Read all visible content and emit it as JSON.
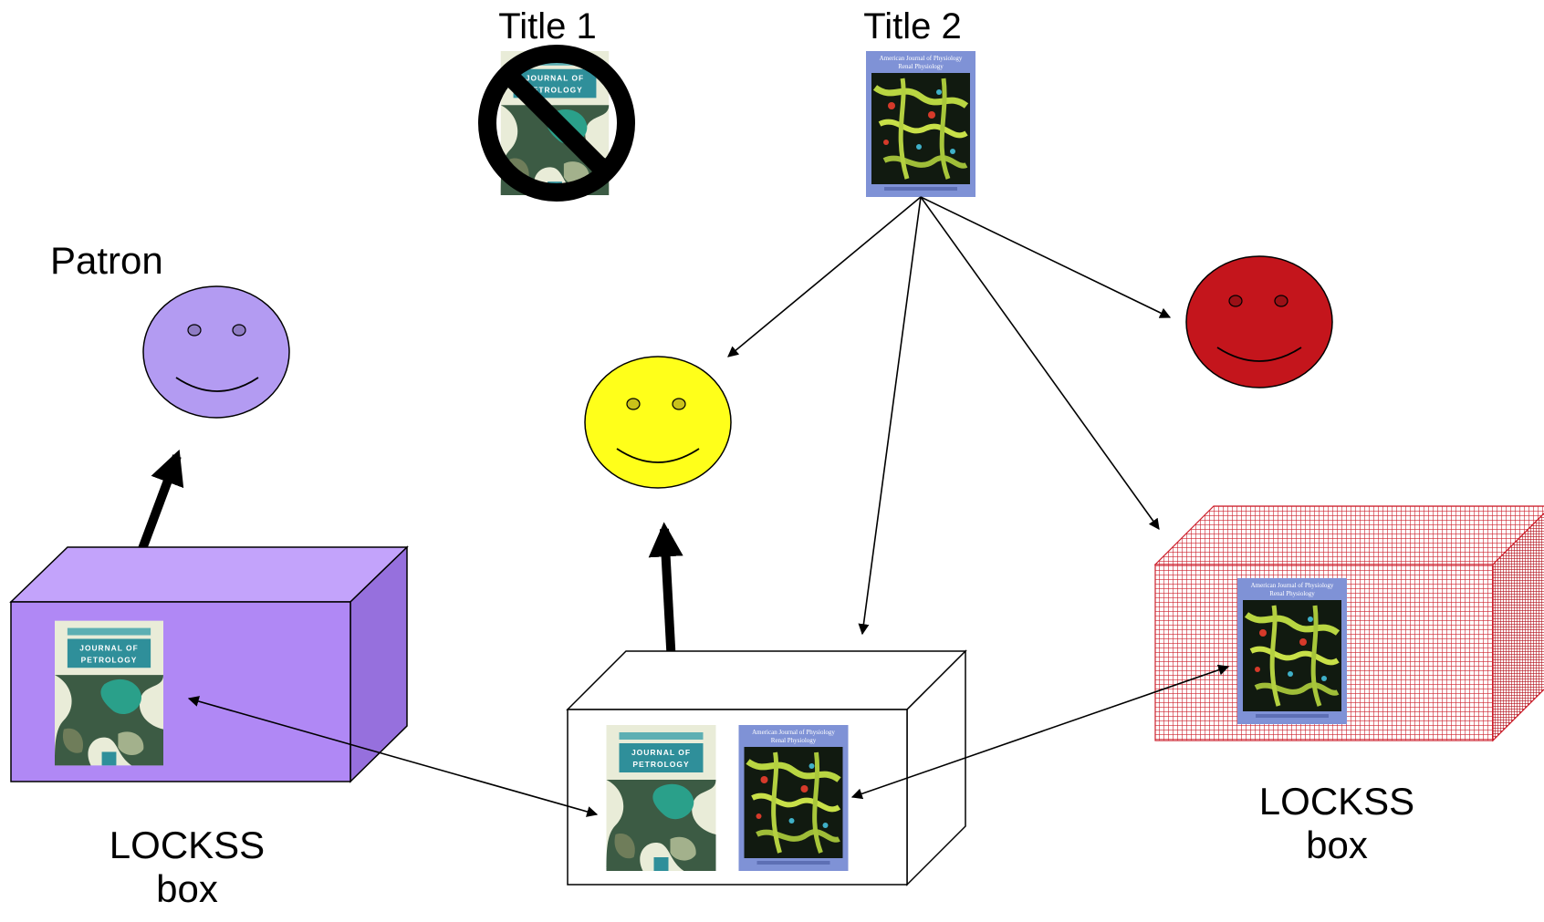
{
  "labels": {
    "title1": "Title 1",
    "title2": "Title 2",
    "patron": "Patron",
    "lockss_box_left_line1": "LOCKSS",
    "lockss_box_left_line2": "box",
    "lockss_box_right_line1": "LOCKSS",
    "lockss_box_right_line2": "box"
  },
  "journal_covers": {
    "title1_cover": {
      "line1": "JOURNAL OF",
      "line2": "PETROLOGY"
    },
    "title2_cover": {
      "line1": "American Journal of Physiology",
      "line2": "Renal Physiology"
    }
  },
  "colors": {
    "patron_face": "#b39bf2",
    "yellow_face": "#ffff1a",
    "red_face": "#c4151c",
    "box_left_front": "#b088f5",
    "box_left_top": "#c3a3fb",
    "box_left_side": "#9670dd",
    "box_right_grid": "#cc1f2b",
    "cover_blue_border": "#7f92d6",
    "petrology_band": "#2f8f9a"
  },
  "icons": {
    "prohibited": "prohibited-icon",
    "faces": "smiley-face-icon"
  }
}
